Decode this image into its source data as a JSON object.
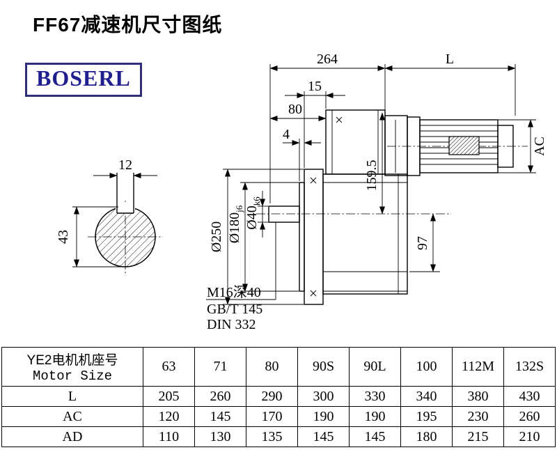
{
  "page": {
    "title": "FF67减速机尺寸图纸",
    "logo": "BOSERL"
  },
  "drawing": {
    "dims": {
      "overall_width": "264",
      "motor_length": "L",
      "front_offset": "15",
      "shaft_length": "80",
      "spigot_depth": "4",
      "motor_od": "AC",
      "axis_height": "159.5",
      "lower_height": "97"
    },
    "diameters": {
      "flange": "Ø250",
      "spigot": "Ø180",
      "spigot_tol": "j6",
      "shaft": "Ø40",
      "shaft_tol": "k6"
    },
    "key": {
      "width": "12",
      "height": "43"
    },
    "thread_note": [
      "M16深40",
      "GB/T 145",
      "DIN 332"
    ]
  },
  "table": {
    "header_label_cn": "YE2电机机座号",
    "header_label_en": "Motor Size",
    "columns": [
      "63",
      "71",
      "80",
      "90S",
      "90L",
      "100",
      "112M",
      "132S"
    ],
    "rows": [
      {
        "label": "L",
        "values": [
          "205",
          "260",
          "290",
          "300",
          "330",
          "340",
          "380",
          "430"
        ]
      },
      {
        "label": "AC",
        "values": [
          "120",
          "145",
          "170",
          "190",
          "190",
          "195",
          "230",
          "260"
        ]
      },
      {
        "label": "AD",
        "values": [
          "110",
          "130",
          "135",
          "145",
          "145",
          "180",
          "215",
          "210"
        ]
      }
    ]
  }
}
